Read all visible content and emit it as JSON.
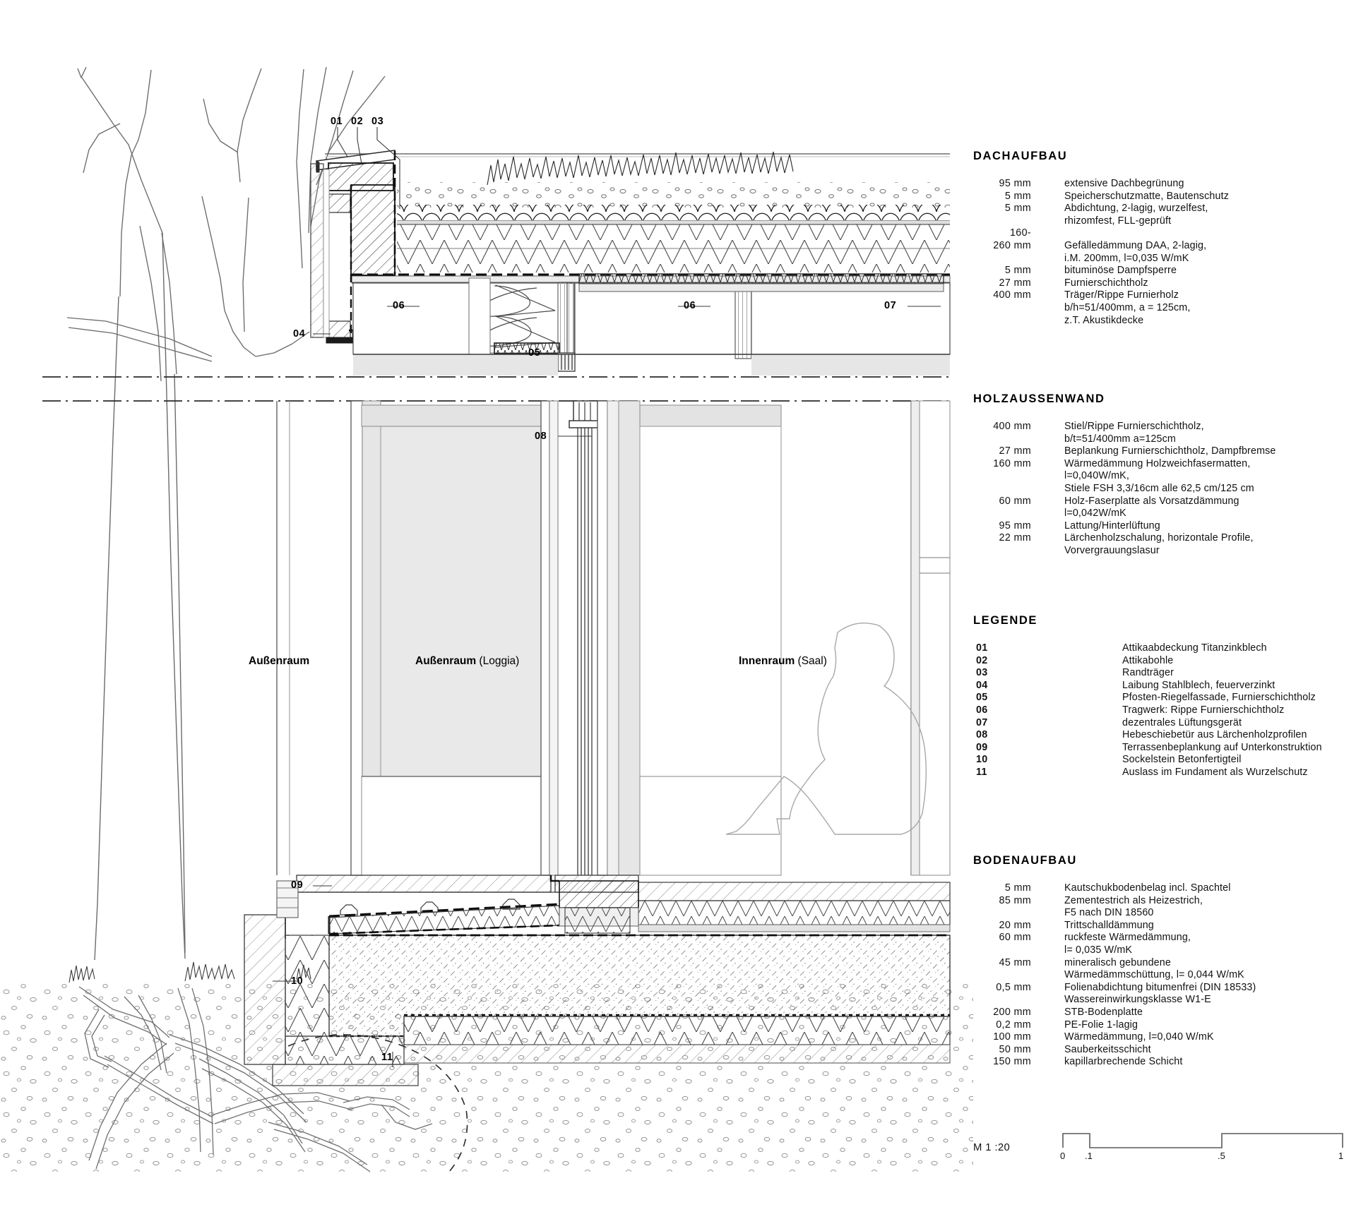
{
  "drawing": {
    "scale_label": "M 1 :20",
    "scale_ticks": [
      "0",
      ".1",
      ".5",
      "1"
    ],
    "rooms": [
      {
        "id": "aussenraum",
        "name": "Außenraum",
        "qualifier": ""
      },
      {
        "id": "aussenraum-loggia",
        "name": "Außenraum",
        "qualifier": " (Loggia)"
      },
      {
        "id": "innenraum-saal",
        "name": "Innenraum",
        "qualifier": " (Saal)"
      }
    ],
    "callouts": [
      "01",
      "02",
      "03",
      "04",
      "05",
      "06",
      "06",
      "07",
      "08",
      "09",
      "10",
      "11"
    ]
  },
  "dachaufbau": {
    "title": "DACHAUFBAU",
    "rows": [
      {
        "qty": "95 mm",
        "desc": "extensive Dachbegrünung"
      },
      {
        "qty": "5 mm",
        "desc": "Speicherschutzmatte, Bautenschutz"
      },
      {
        "qty": "5 mm",
        "desc": "Abdichtung, 2-lagig, wurzelfest,"
      },
      {
        "qty": "",
        "desc": "rhizomfest, FLL-geprüft"
      },
      {
        "qty": "160-",
        "desc": ""
      },
      {
        "qty": "260 mm",
        "desc": "Gefälledämmung DAA, 2-lagig,"
      },
      {
        "qty": "",
        "desc": "i.M. 200mm, l=0,035 W/mK"
      },
      {
        "qty": "5 mm",
        "desc": "bituminöse Dampfsperre"
      },
      {
        "qty": "27  mm",
        "desc": "Furnierschichtholz"
      },
      {
        "qty": "400 mm",
        "desc": "Träger/Rippe Furnierholz"
      },
      {
        "qty": "",
        "desc": "b/h=51/400mm, a = 125cm,"
      },
      {
        "qty": "",
        "desc": "z.T. Akustikdecke"
      }
    ]
  },
  "holzaussenwand": {
    "title": "HOLZAUSSENWAND",
    "rows": [
      {
        "qty": "400 mm",
        "desc": "Stiel/Rippe Furnierschichtholz,"
      },
      {
        "qty": "",
        "desc": "b/t=51/400mm a=125cm"
      },
      {
        "qty": "27 mm",
        "desc": "Beplankung Furnierschichtholz, Dampfbremse"
      },
      {
        "qty": "160 mm",
        "desc": "Wärmedämmung Holzweichfasermatten,"
      },
      {
        "qty": "",
        "desc": "l=0,040W/mK,"
      },
      {
        "qty": "",
        "desc": "Stiele FSH 3,3/16cm alle 62,5 cm/125 cm"
      },
      {
        "qty": "60 mm",
        "desc": "Holz-Faserplatte als Vorsatzdämmung"
      },
      {
        "qty": "",
        "desc": "l=0,042W/mK"
      },
      {
        "qty": "95 mm",
        "desc": "Lattung/Hinterlüftung"
      },
      {
        "qty": "22 mm",
        "desc": "Lärchenholzschalung, horizontale Profile,"
      },
      {
        "qty": "",
        "desc": "Vorvergrauungslasur"
      }
    ]
  },
  "legende": {
    "title": "LEGENDE",
    "rows": [
      {
        "qty": "01",
        "desc": "Attikaabdeckung Titanzinkblech"
      },
      {
        "qty": "02",
        "desc": "Attikabohle"
      },
      {
        "qty": "03",
        "desc": "Randträger"
      },
      {
        "qty": "04",
        "desc": "Laibung Stahlblech, feuerverzinkt"
      },
      {
        "qty": "05",
        "desc": "Pfosten-Riegelfassade, Furnierschichtholz"
      },
      {
        "qty": "06",
        "desc": "Tragwerk: Rippe Furnierschichtholz"
      },
      {
        "qty": "07",
        "desc": "dezentrales Lüftungsgerät"
      },
      {
        "qty": "08",
        "desc": "Hebeschiebetür aus Lärchenholzprofilen"
      },
      {
        "qty": "09",
        "desc": "Terrassenbeplankung auf Unterkonstruktion"
      },
      {
        "qty": "10",
        "desc": "Sockelstein Betonfertigteil"
      },
      {
        "qty": "11",
        "desc": "Auslass im Fundament als Wurzelschutz"
      }
    ]
  },
  "bodenaufbau": {
    "title": "BODENAUFBAU",
    "rows": [
      {
        "qty": "5 mm",
        "desc": "Kautschukbodenbelag incl. Spachtel"
      },
      {
        "qty": "85 mm",
        "desc": "Zementestrich als Heizestrich,"
      },
      {
        "qty": "",
        "desc": "F5 nach DIN 18560"
      },
      {
        "qty": "20 mm",
        "desc": "Trittschalldämmung"
      },
      {
        "qty": "60 mm",
        "desc": "ruckfeste Wärmedämmung,"
      },
      {
        "qty": "",
        "desc": "l= 0,035 W/mK"
      },
      {
        "qty": "45 mm",
        "desc": "mineralisch gebundene"
      },
      {
        "qty": "",
        "desc": "Wärmedämmschüttung, l= 0,044 W/mK"
      },
      {
        "qty": "0,5 mm",
        "desc": "Folienabdichtung bitumenfrei (DIN 18533)"
      },
      {
        "qty": "",
        "desc": "Wassereinwirkungsklasse W1-E"
      },
      {
        "qty": "200 mm",
        "desc": "STB-Bodenplatte"
      },
      {
        "qty": "0,2 mm",
        "desc": "PE-Folie 1-lagig"
      },
      {
        "qty": "100 mm",
        "desc": "Wärmedämmung, l=0,040 W/mK"
      },
      {
        "qty": "50 mm",
        "desc": "Sauberkeitsschicht"
      },
      {
        "qty": "150 mm",
        "desc": "kapillarbrechende Schicht"
      }
    ]
  },
  "colors": {
    "line": "#1a1a1a",
    "thin": "#767676",
    "fill_grey": "#e4e4e4",
    "fill_light": "#f0f0f0",
    "paper": "#ffffff"
  }
}
